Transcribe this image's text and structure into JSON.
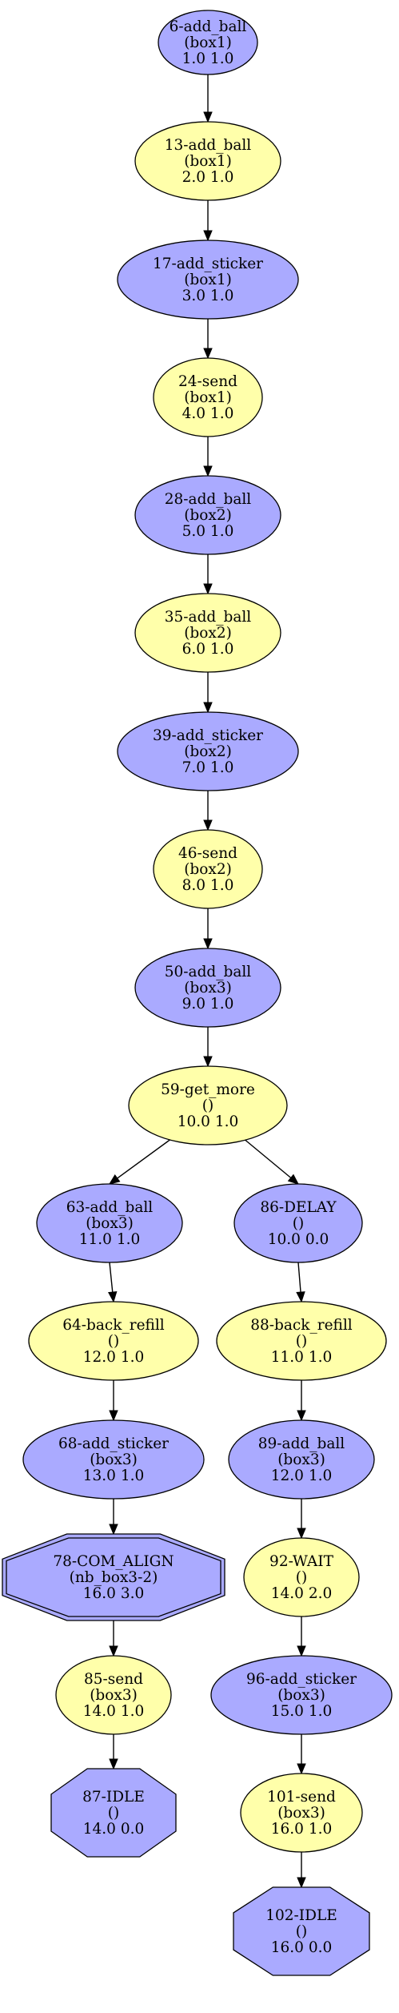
{
  "colors": {
    "blue": "#aaaaff",
    "yellow": "#ffffaa",
    "stroke": "#000000"
  },
  "nodes": [
    {
      "id": "n6",
      "shape": "ellipse",
      "color": "blue",
      "lines": [
        "6-add_ball",
        "(box1)",
        "1.0 1.0"
      ]
    },
    {
      "id": "n13",
      "shape": "ellipse",
      "color": "yellow",
      "lines": [
        "13-add_ball",
        "(box1)",
        "2.0 1.0"
      ]
    },
    {
      "id": "n17",
      "shape": "ellipse",
      "color": "blue",
      "lines": [
        "17-add_sticker",
        "(box1)",
        "3.0 1.0"
      ]
    },
    {
      "id": "n24",
      "shape": "ellipse",
      "color": "yellow",
      "lines": [
        "24-send",
        "(box1)",
        "4.0 1.0"
      ]
    },
    {
      "id": "n28",
      "shape": "ellipse",
      "color": "blue",
      "lines": [
        "28-add_ball",
        "(box2)",
        "5.0 1.0"
      ]
    },
    {
      "id": "n35",
      "shape": "ellipse",
      "color": "yellow",
      "lines": [
        "35-add_ball",
        "(box2)",
        "6.0 1.0"
      ]
    },
    {
      "id": "n39",
      "shape": "ellipse",
      "color": "blue",
      "lines": [
        "39-add_sticker",
        "(box2)",
        "7.0 1.0"
      ]
    },
    {
      "id": "n46",
      "shape": "ellipse",
      "color": "yellow",
      "lines": [
        "46-send",
        "(box2)",
        "8.0 1.0"
      ]
    },
    {
      "id": "n50",
      "shape": "ellipse",
      "color": "blue",
      "lines": [
        "50-add_ball",
        "(box3)",
        "9.0 1.0"
      ]
    },
    {
      "id": "n59",
      "shape": "ellipse",
      "color": "yellow",
      "lines": [
        "59-get_more",
        "()",
        "10.0 1.0"
      ]
    },
    {
      "id": "n63",
      "shape": "ellipse",
      "color": "blue",
      "lines": [
        "63-add_ball",
        "(box3)",
        "11.0 1.0"
      ]
    },
    {
      "id": "n86",
      "shape": "ellipse",
      "color": "blue",
      "lines": [
        "86-DELAY",
        "()",
        "10.0 0.0"
      ]
    },
    {
      "id": "n64",
      "shape": "ellipse",
      "color": "yellow",
      "lines": [
        "64-back_refill",
        "()",
        "12.0 1.0"
      ]
    },
    {
      "id": "n88",
      "shape": "ellipse",
      "color": "yellow",
      "lines": [
        "88-back_refill",
        "()",
        "11.0 1.0"
      ]
    },
    {
      "id": "n68",
      "shape": "ellipse",
      "color": "blue",
      "lines": [
        "68-add_sticker",
        "(box3)",
        "13.0 1.0"
      ]
    },
    {
      "id": "n89",
      "shape": "ellipse",
      "color": "blue",
      "lines": [
        "89-add_ball",
        "(box3)",
        "12.0 1.0"
      ]
    },
    {
      "id": "n78",
      "shape": "doubleoctagon",
      "color": "blue",
      "lines": [
        "78-COM_ALIGN",
        "(nb_box3-2)",
        "16.0 3.0"
      ]
    },
    {
      "id": "n92",
      "shape": "ellipse",
      "color": "yellow",
      "lines": [
        "92-WAIT",
        "()",
        "14.0 2.0"
      ]
    },
    {
      "id": "n85",
      "shape": "ellipse",
      "color": "yellow",
      "lines": [
        "85-send",
        "(box3)",
        "14.0 1.0"
      ]
    },
    {
      "id": "n96",
      "shape": "ellipse",
      "color": "blue",
      "lines": [
        "96-add_sticker",
        "(box3)",
        "15.0 1.0"
      ]
    },
    {
      "id": "n87",
      "shape": "octagon",
      "color": "blue",
      "lines": [
        "87-IDLE",
        "()",
        "14.0 0.0"
      ]
    },
    {
      "id": "n101",
      "shape": "ellipse",
      "color": "yellow",
      "lines": [
        "101-send",
        "(box3)",
        "16.0 1.0"
      ]
    },
    {
      "id": "n102",
      "shape": "octagon",
      "color": "blue",
      "lines": [
        "102-IDLE",
        "()",
        "16.0 0.0"
      ]
    }
  ],
  "edges": [
    [
      "n6",
      "n13"
    ],
    [
      "n13",
      "n17"
    ],
    [
      "n17",
      "n24"
    ],
    [
      "n24",
      "n28"
    ],
    [
      "n28",
      "n35"
    ],
    [
      "n35",
      "n39"
    ],
    [
      "n39",
      "n46"
    ],
    [
      "n46",
      "n50"
    ],
    [
      "n50",
      "n59"
    ],
    [
      "n59",
      "n63"
    ],
    [
      "n59",
      "n86"
    ],
    [
      "n63",
      "n64"
    ],
    [
      "n64",
      "n68"
    ],
    [
      "n68",
      "n78"
    ],
    [
      "n78",
      "n85"
    ],
    [
      "n85",
      "n87"
    ],
    [
      "n86",
      "n88"
    ],
    [
      "n88",
      "n89"
    ],
    [
      "n89",
      "n92"
    ],
    [
      "n92",
      "n96"
    ],
    [
      "n96",
      "n101"
    ],
    [
      "n101",
      "n102"
    ]
  ]
}
